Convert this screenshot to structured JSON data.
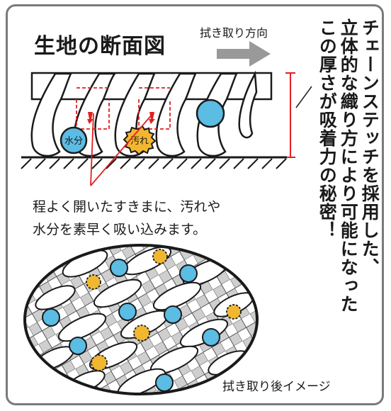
{
  "title": "生地の断面図",
  "direction_label": "拭き取り方向",
  "vertical_text": [
    "チェーンステッチを採用した、",
    "立体的な織り方により可能になった",
    "この厚さが吸着力の秘密！"
  ],
  "labels": {
    "water": "水分",
    "dirt": "汚れ"
  },
  "caption_lines": [
    "程よく開いたすきまに、汚れや",
    "水分を素早く吸い込みます。"
  ],
  "after_label": "拭き取り後イメージ",
  "colors": {
    "water": "#5bbce4",
    "dirt": "#f2b731",
    "arrow_gray": "#999999",
    "accent_red": "#e21f1f",
    "frame": "#7a7a7a"
  }
}
